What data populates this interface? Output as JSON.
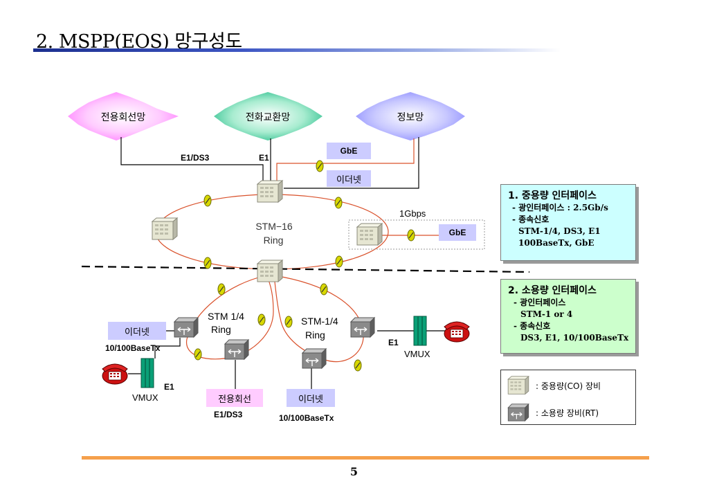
{
  "title": "2. MSPP(EOS) 망구성도",
  "page_number": "5",
  "networks": {
    "leased": "전용회선망",
    "telephone": "전화교환망",
    "information": "정보망"
  },
  "labels": {
    "e1_ds3_top": "E1/DS3",
    "e1_top": "E1",
    "gbe_top": "GbE",
    "ethernet_top": "이더넷",
    "stm16": "STM−16",
    "ring": "Ring",
    "gbps_1": "1Gbps",
    "gbe_right": "GbE",
    "stm14_left": "STM 1/4",
    "ring_left": "Ring",
    "stm14_right": "STM-1/4",
    "ring_right": "Ring",
    "ethernet_left": "이더넷",
    "base_left": "10/100BaseTx",
    "e1_left": "E1",
    "vmux_left": "VMUX",
    "e1_right": "E1",
    "vmux_right": "VMUX",
    "leased_bottom": "전용회선",
    "e1_ds3_bottom": "E1/DS3",
    "ethernet_bottom": "이더넷",
    "base_bottom": "10/100BaseTx"
  },
  "panel_medium": {
    "heading": "1. 중용량 인터페이스",
    "lines": [
      "- 광인터페이스 : 2.5Gb/s",
      "- 종속신호",
      "STM-1/4, DS3, E1",
      "100BaseTx, GbE"
    ]
  },
  "panel_small": {
    "heading": "2. 소용량 인터페이스",
    "lines": [
      "- 광인터페이스",
      "STM-1 or 4",
      "- 종속신호",
      "DS3, E1, 10/100BaseTx"
    ]
  },
  "legend": {
    "co": ": 중용량(CO) 장비",
    "rt": ": 소용량 장비(RT)"
  },
  "colors": {
    "ring": "#d9502a",
    "fiber_node": "#d8d800",
    "leased_star": "#ff99ff",
    "telephone_star": "#33cc99",
    "info_star": "#9999ff",
    "panel_medium_bg": "#ccffff",
    "panel_small_bg": "#ccffcc"
  }
}
